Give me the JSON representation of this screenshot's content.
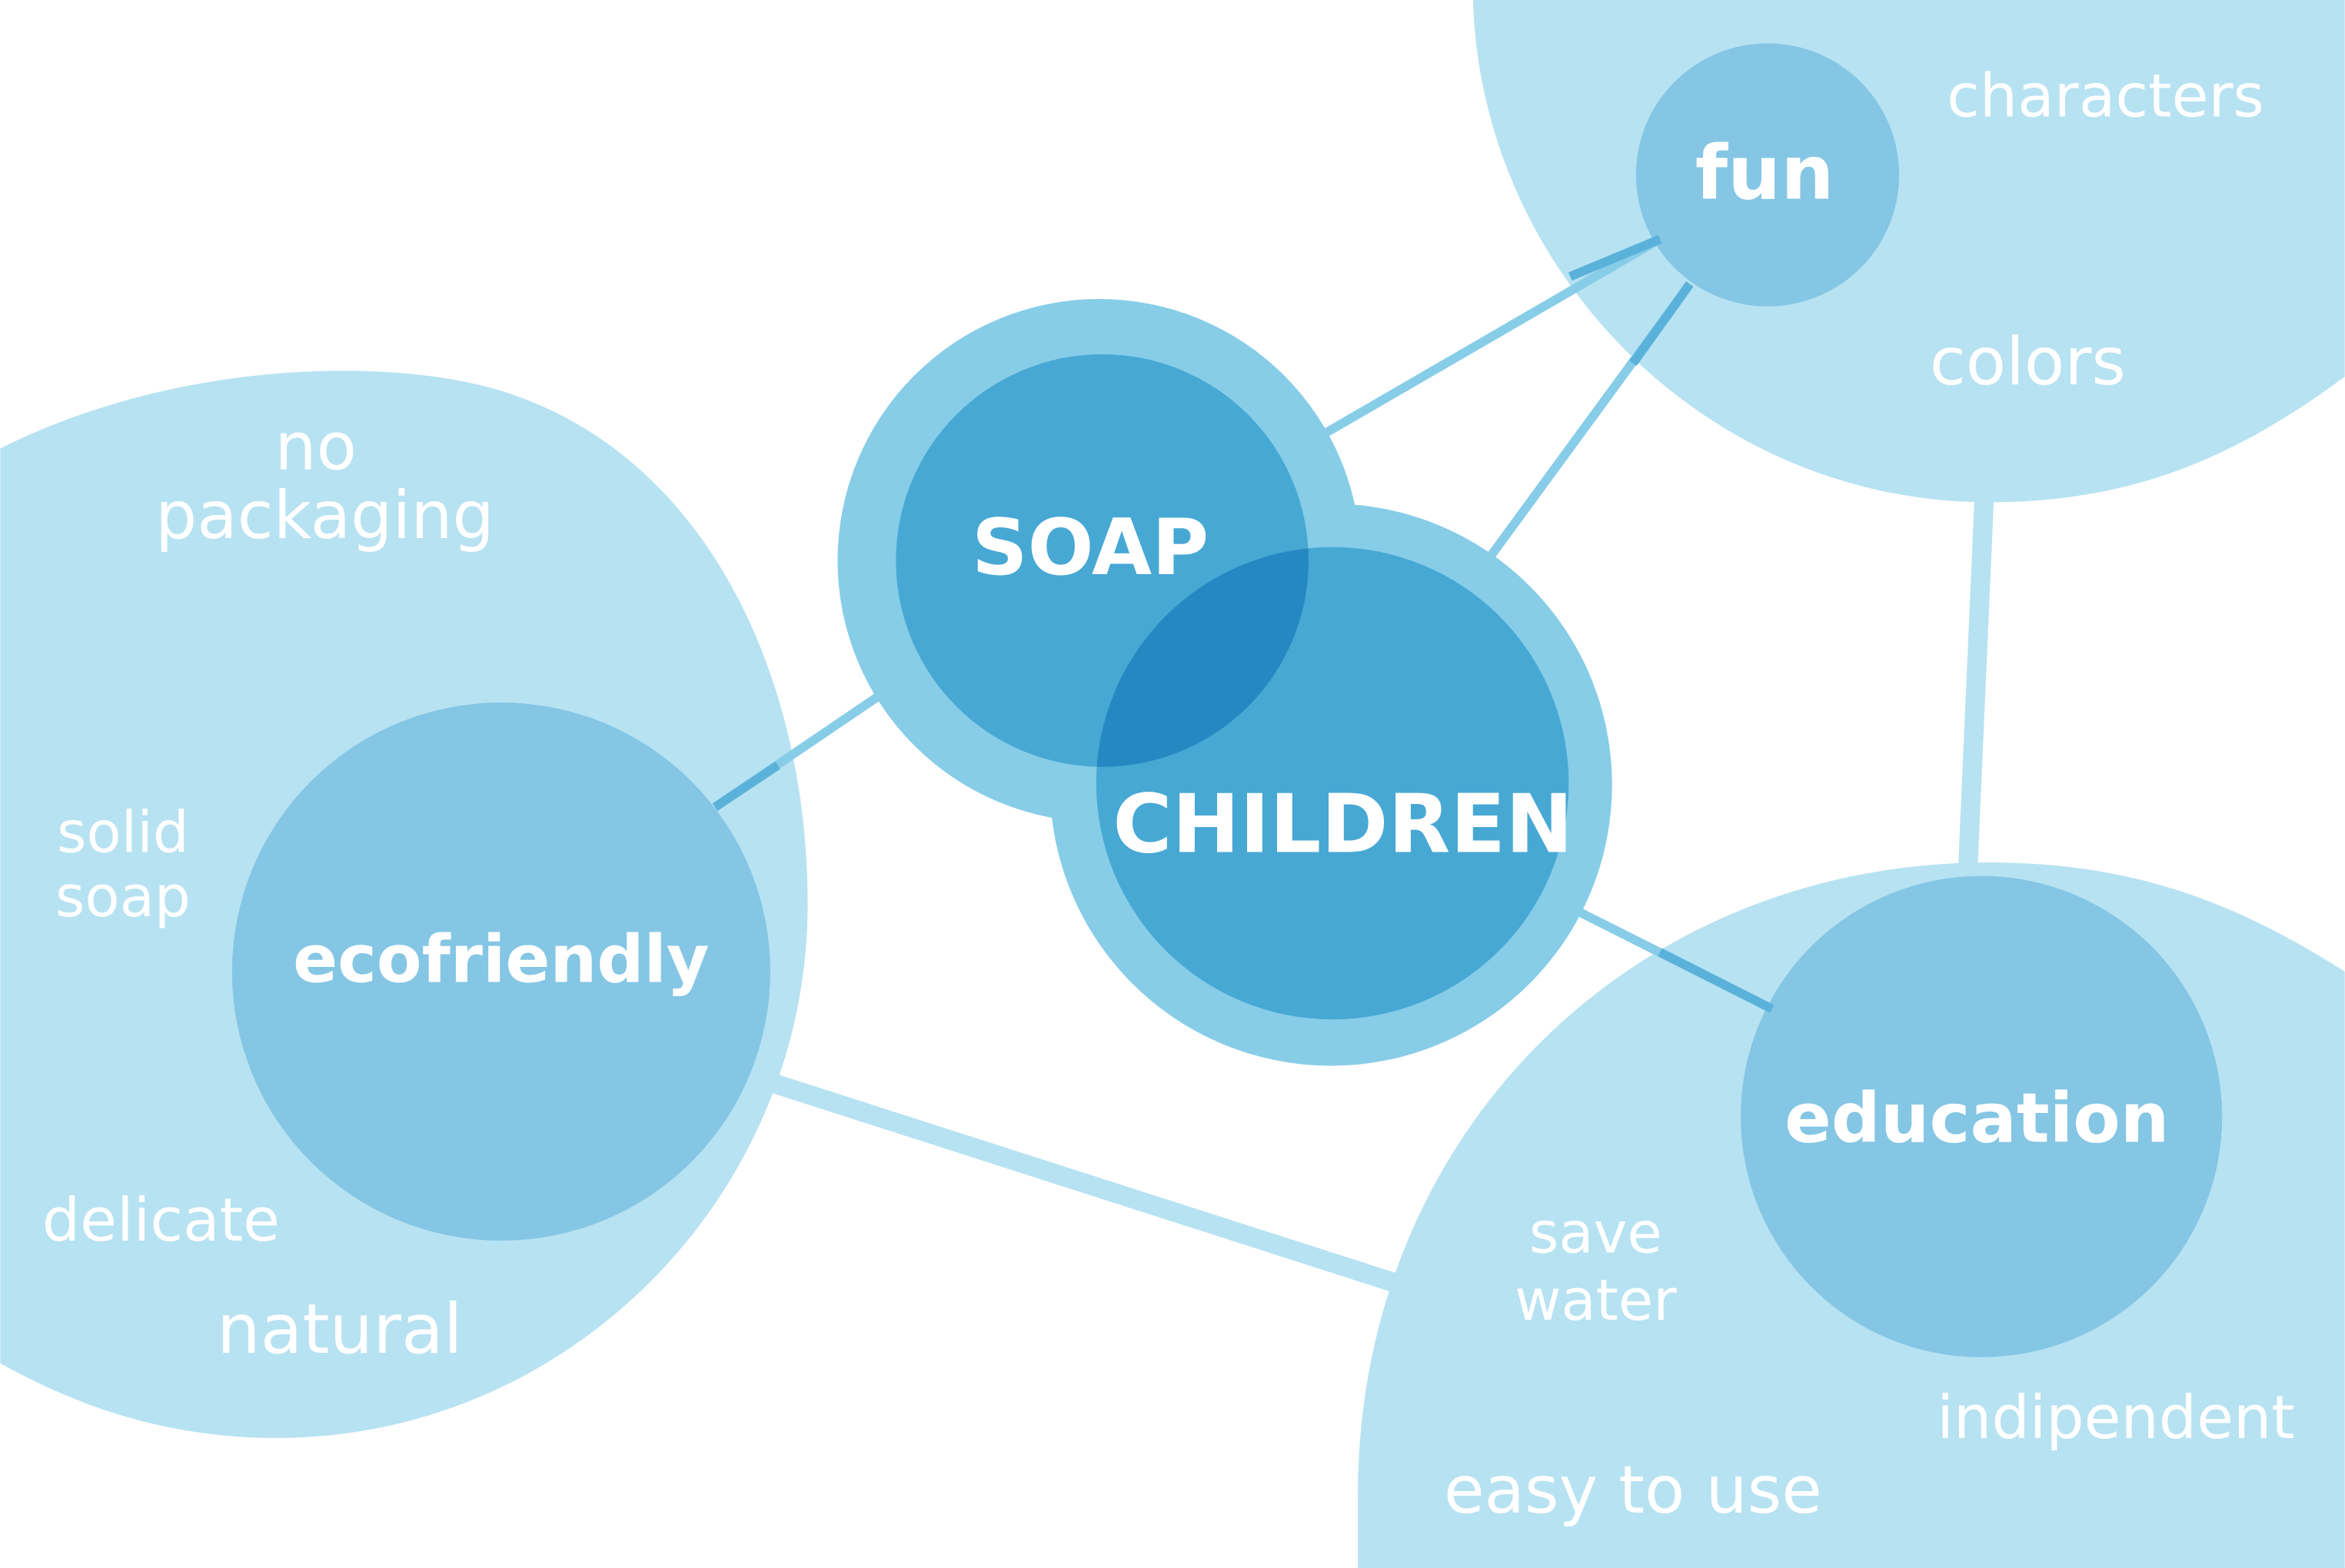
{
  "colors": {
    "background": "#ffffff",
    "outer_cluster": "#B7E2F2",
    "node_circle": "#84C6E4",
    "core_ring": "#87CDE8",
    "core_circle": "#47A8D4",
    "core_overlap": "#2588C1",
    "edge": "#B7E2F2",
    "edge_dark": "#5AB2DB",
    "text": "#ffffff"
  },
  "core": {
    "soap": "SOAP",
    "children": "CHILDREN"
  },
  "clusters": {
    "ecofriendly": {
      "title": "ecofriendly",
      "terms": [
        "no",
        "packaging",
        "solid",
        "soap",
        "delicate",
        "natural"
      ]
    },
    "fun": {
      "title": "fun",
      "terms": [
        "characters",
        "colors"
      ]
    },
    "education": {
      "title": "education",
      "terms": [
        "save",
        "water",
        "indipendent",
        "easy to use"
      ]
    }
  }
}
